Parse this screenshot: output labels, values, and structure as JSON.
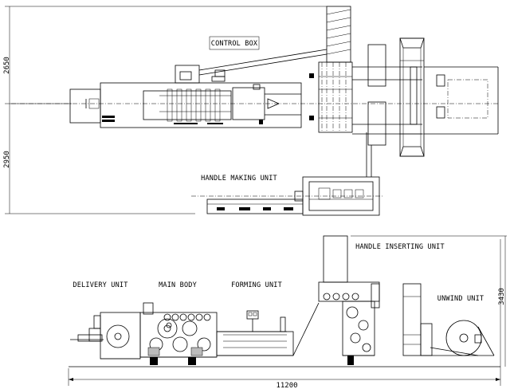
{
  "top_view": {
    "labels": {
      "control_box": "CONTROL BOX",
      "handle_making_unit": "HANDLE MAKING UNIT"
    },
    "dimensions": {
      "upper": "2650",
      "lower": "2950"
    }
  },
  "side_view": {
    "labels": {
      "delivery_unit": "DELIVERY UNIT",
      "main_body": "MAIN BODY",
      "forming_unit": "FORMING UNIT",
      "handle_inserting_unit": "HANDLE INSERTING UNIT",
      "unwind_unit": "UNWIND UNIT"
    },
    "dimensions": {
      "total_length": "11200",
      "height": "3430"
    }
  }
}
